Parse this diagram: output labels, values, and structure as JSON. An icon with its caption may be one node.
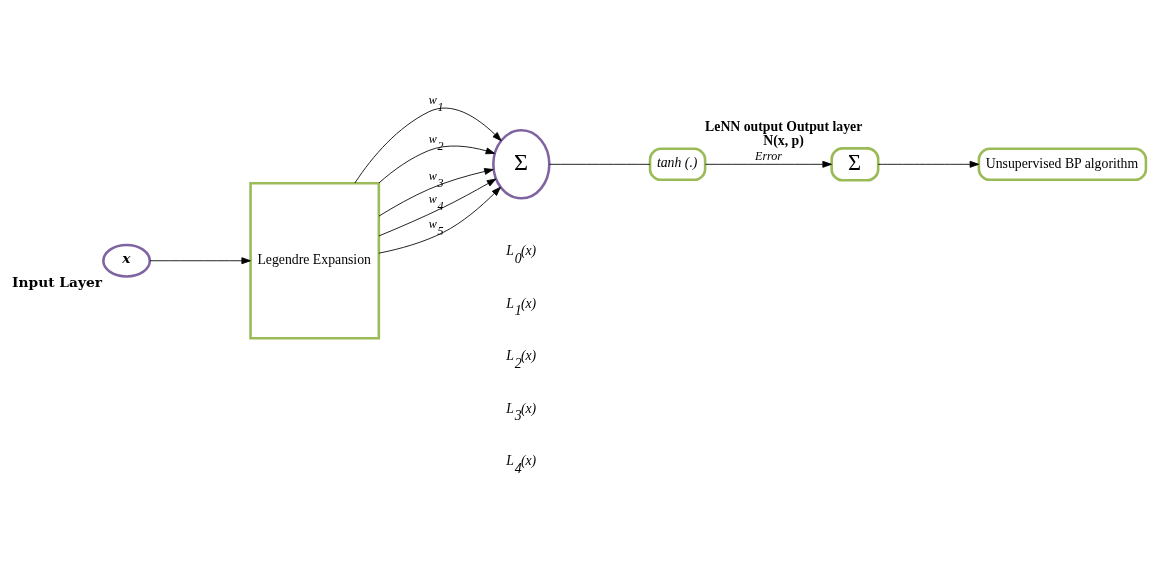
{
  "diagram": {
    "nodes": [
      {
        "text": [
          "x"
        ],
        "beside": [
          "Input Layer"
        ]
      },
      {
        "text": [
          "Legendre Expansion"
        ]
      },
      {
        "text": [
          "Σ"
        ]
      },
      {
        "text": [
          "tanh (.)"
        ],
        "beside": [
          "LeNN output Output layer",
          "N(x, p)"
        ]
      },
      {
        "text": [
          "Σ"
        ]
      },
      {
        "text": [
          "Unsupervised BP algorithm"
        ]
      }
    ],
    "edges": [
      {
        "from": 0,
        "to": 1,
        "arrow": "to"
      },
      {
        "from": 1,
        "to": 2,
        "arrow": "to",
        "label": "w$_{1}$"
      },
      {
        "from": 1,
        "to": 2,
        "arrow": "to",
        "label": "w$_{2}$"
      },
      {
        "from": 1,
        "to": 2,
        "arrow": "to",
        "label": "w$_{3}$"
      },
      {
        "from": 1,
        "to": 2,
        "arrow": "to",
        "label": "w$_{4}$"
      },
      {
        "from": 1,
        "to": 2,
        "arrow": "to",
        "label": "w$_{5}$"
      },
      {
        "from": 2,
        "to": 3,
        "arrow": "none"
      },
      {
        "from": 3,
        "to": 4,
        "arrow": "to",
        "label": "Error"
      },
      {
        "from": 4,
        "to": 5,
        "arrow": "to"
      }
    ],
    "labels": [
      "L$_{0}$(x)",
      "L$_{1}$(x)",
      "L$_{2}$(x)",
      "L$_{3}$(x)",
      "L$_{4}$(x)"
    ]
  }
}
